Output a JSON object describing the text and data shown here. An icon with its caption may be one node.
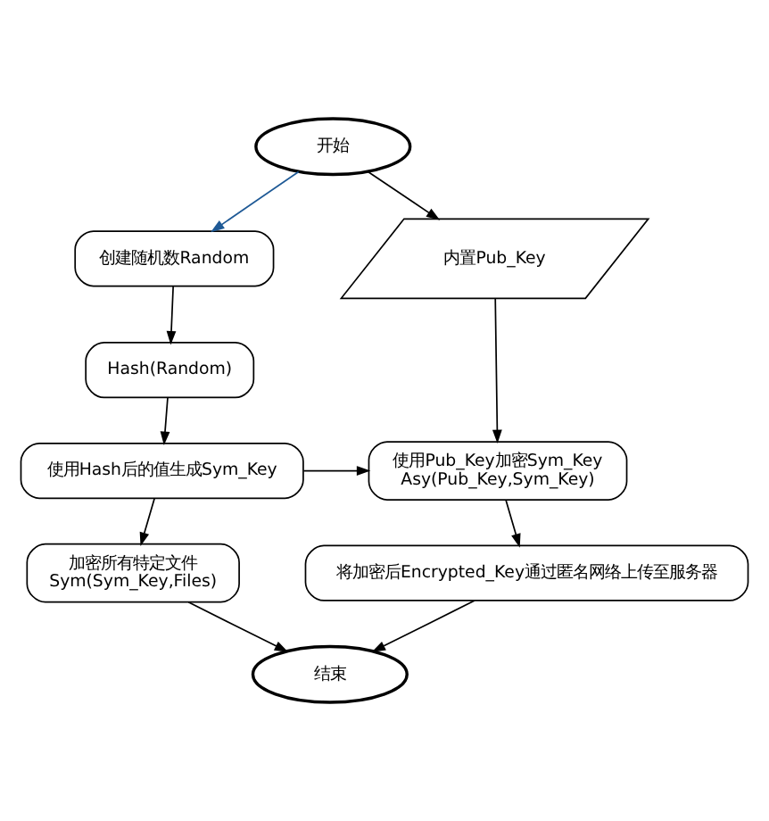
{
  "diagram": {
    "nodes": [
      {
        "text": [
          "开始"
        ]
      },
      {
        "text": [
          "创建随机数Random"
        ]
      },
      {
        "text": [
          "内置Pub_Key"
        ]
      },
      {
        "text": [
          "Hash(Random)"
        ]
      },
      {
        "text": [
          "使用Hash后的值生成Sym_Key"
        ]
      },
      {
        "text": [
          "使用Pub_Key加密Sym_Key",
          "Asy(Pub_Key,Sym_Key)"
        ]
      },
      {
        "text": [
          "加密所有特定文件",
          "Sym(Sym_Key,Files)"
        ]
      },
      {
        "text": [
          "将加密后Encrypted_Key通过匿名网络上传至服务器"
        ]
      },
      {
        "text": [
          "结束"
        ]
      }
    ],
    "edges": [
      {
        "from": 0,
        "to": 1,
        "arrow": "to",
        "color": "#1f5a96"
      },
      {
        "from": 0,
        "to": 2,
        "arrow": "to"
      },
      {
        "from": 1,
        "to": 3,
        "arrow": "to"
      },
      {
        "from": 3,
        "to": 4,
        "arrow": "to"
      },
      {
        "from": 4,
        "to": 5,
        "arrow": "to"
      },
      {
        "from": 2,
        "to": 5,
        "arrow": "to"
      },
      {
        "from": 4,
        "to": 6,
        "arrow": "to"
      },
      {
        "from": 5,
        "to": 7,
        "arrow": "to"
      },
      {
        "from": 6,
        "to": 8,
        "arrow": "to"
      },
      {
        "from": 7,
        "to": 8,
        "arrow": "to"
      }
    ]
  }
}
